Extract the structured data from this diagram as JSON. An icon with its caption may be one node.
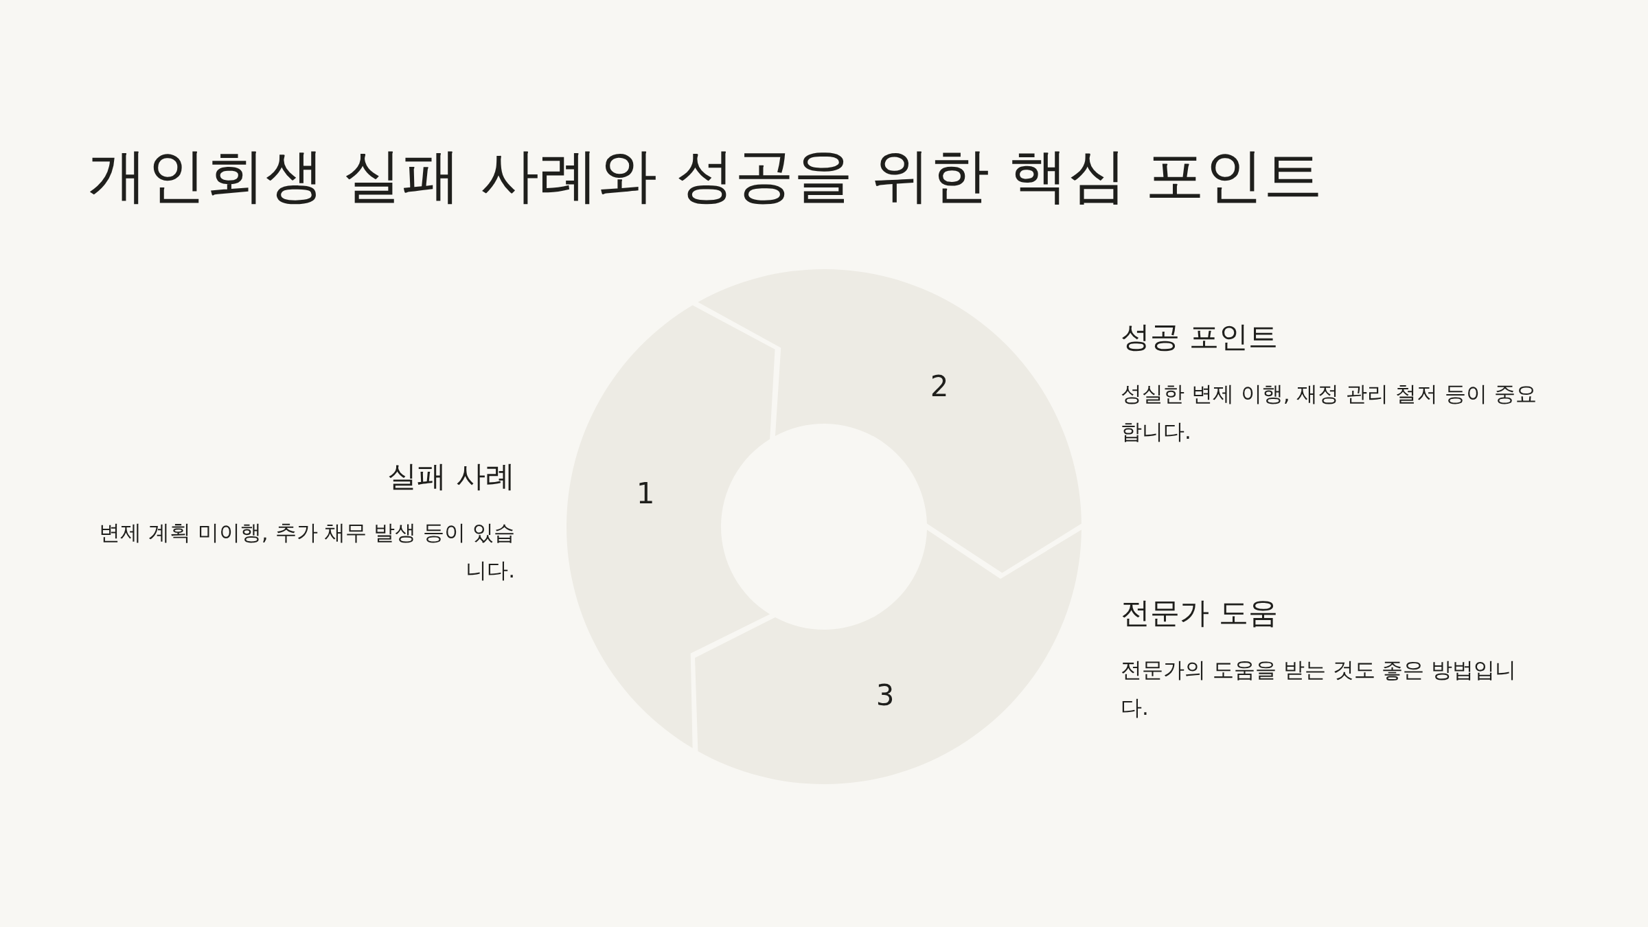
{
  "diagram": {
    "title": "개인회생 실패 사례와 성공을 위한 핵심 포인트",
    "nodes": [
      {
        "text": [
          "1"
        ],
        "beside": [
          "실패 사례",
          "변제 계획 미이행, 추가 채무 발생 등이 있습니다."
        ]
      },
      {
        "text": [
          "2"
        ],
        "beside": [
          "성공 포인트",
          "성실한 변제 이행, 재정 관리 철저 등이 중요합니다."
        ]
      },
      {
        "text": [
          "3"
        ],
        "beside": [
          "전문가 도움",
          "전문가의 도움을 받는 것도 좋은 방법입니다."
        ]
      }
    ]
  }
}
